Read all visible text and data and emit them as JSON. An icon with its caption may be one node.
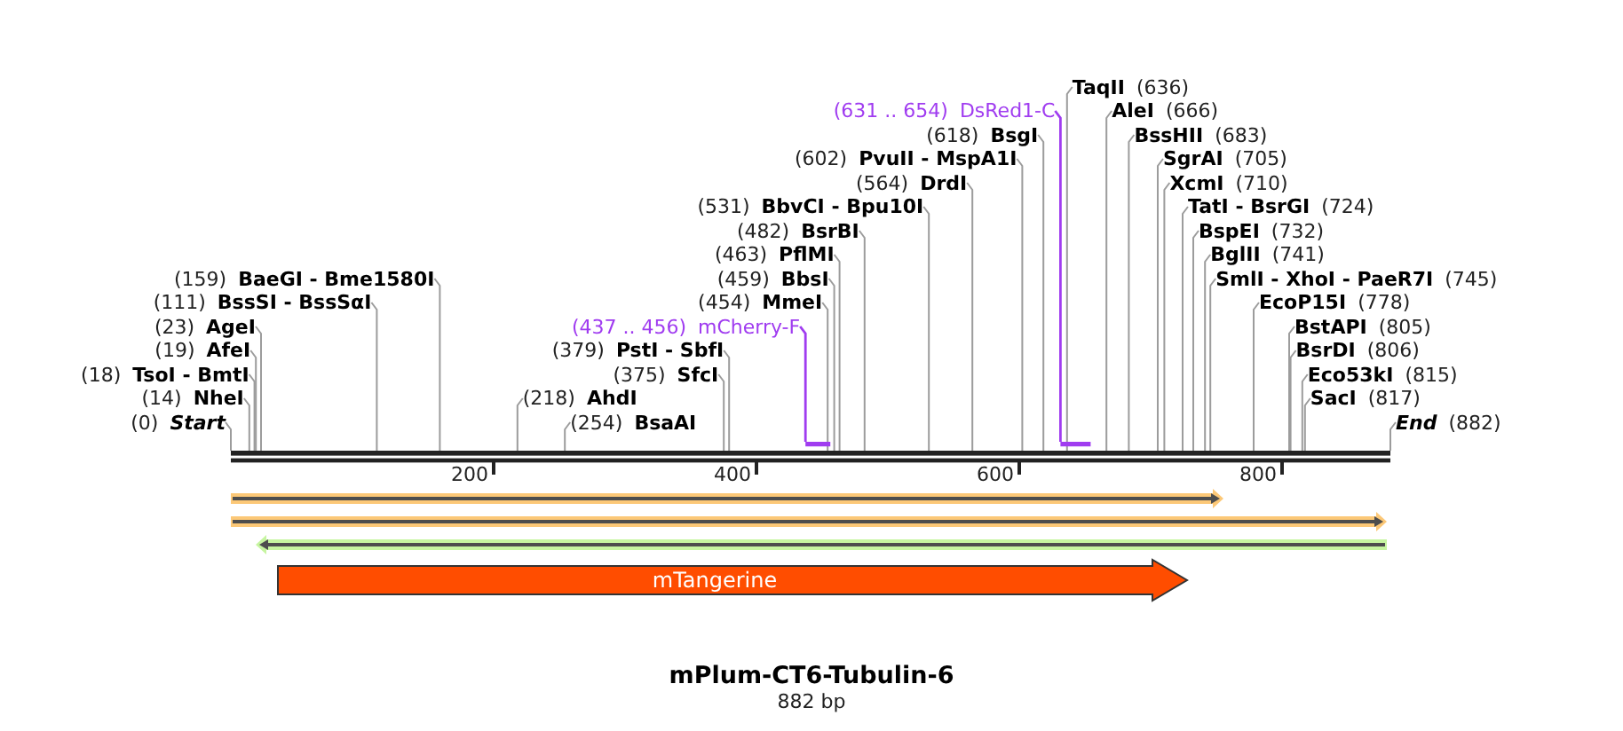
{
  "diagram": {
    "title": "mPlum-CT6-Tubulin-6",
    "caption": "882 bp",
    "nodes": [
      {
        "text": [
          "(0)",
          "Start"
        ]
      },
      {
        "text": [
          "(14)",
          "NheI"
        ]
      },
      {
        "text": [
          "(18)",
          "TsoI - BmtI"
        ]
      },
      {
        "text": [
          "(19)",
          "AfeI"
        ]
      },
      {
        "text": [
          "(23)",
          "AgeI"
        ]
      },
      {
        "text": [
          "(111)",
          "BssSI - BssSαI"
        ]
      },
      {
        "text": [
          "(159)",
          "BaeGI - Bme1580I"
        ]
      },
      {
        "text": [
          "(218)",
          "AhdI"
        ]
      },
      {
        "text": [
          "(254)",
          "BsaAI"
        ]
      },
      {
        "text": [
          "(375)",
          "SfcI"
        ]
      },
      {
        "text": [
          "(379)",
          "PstI - SbfI"
        ]
      },
      {
        "text": [
          "(437 .. 456)",
          "mCherry-F"
        ]
      },
      {
        "text": [],
        "shape": "bar"
      },
      {
        "text": [
          "(454)",
          "MmeI"
        ]
      },
      {
        "text": [
          "(459)",
          "BbsI"
        ]
      },
      {
        "text": [
          "(463)",
          "PflMI"
        ]
      },
      {
        "text": [
          "(482)",
          "BsrBI"
        ]
      },
      {
        "text": [
          "(531)",
          "BbvCI - Bpu10I"
        ]
      },
      {
        "text": [
          "(564)",
          "DrdI"
        ]
      },
      {
        "text": [
          "(602)",
          "PvuII - MspA1I"
        ]
      },
      {
        "text": [
          "(618)",
          "BsgI"
        ]
      },
      {
        "text": [
          "(631 .. 654)",
          "DsRed1-C"
        ]
      },
      {
        "text": [],
        "shape": "bar"
      },
      {
        "text": [
          "TaqII",
          "(636)"
        ]
      },
      {
        "text": [
          "AleI",
          "(666)"
        ]
      },
      {
        "text": [
          "BssHII",
          "(683)"
        ]
      },
      {
        "text": [
          "SgrAI",
          "(705)"
        ]
      },
      {
        "text": [
          "XcmI",
          "(710)"
        ]
      },
      {
        "text": [
          "TatI - BsrGI",
          "(724)"
        ]
      },
      {
        "text": [
          "BspEI",
          "(732)"
        ]
      },
      {
        "text": [
          "BglII",
          "(741)"
        ]
      },
      {
        "text": [
          "SmlI - XhoI - PaeR7I",
          "(745)"
        ]
      },
      {
        "text": [
          "EcoP15I",
          "(778)"
        ]
      },
      {
        "text": [
          "BstAPI",
          "(805)"
        ]
      },
      {
        "text": [
          "BsrDI",
          "(806)"
        ]
      },
      {
        "text": [
          "Eco53kI",
          "(815)"
        ]
      },
      {
        "text": [
          "SacI",
          "(817)"
        ]
      },
      {
        "text": [
          "End",
          "(882)"
        ]
      },
      {
        "text": [],
        "shape": "bar"
      },
      {
        "text": [],
        "shape": "arrow"
      },
      {
        "text": [],
        "shape": "arrow"
      },
      {
        "text": [],
        "shape": "arrow"
      },
      {
        "text": [
          "mTangerine"
        ]
      }
    ],
    "edges": [
      {
        "from": 0,
        "to": 38,
        "arrow": "none"
      },
      {
        "from": 1,
        "to": 38,
        "arrow": "none"
      },
      {
        "from": 2,
        "to": 38,
        "arrow": "none"
      },
      {
        "from": 3,
        "to": 38,
        "arrow": "none"
      },
      {
        "from": 4,
        "to": 38,
        "arrow": "none"
      },
      {
        "from": 5,
        "to": 38,
        "arrow": "none"
      },
      {
        "from": 6,
        "to": 38,
        "arrow": "none"
      },
      {
        "from": 7,
        "to": 38,
        "arrow": "none"
      },
      {
        "from": 8,
        "to": 38,
        "arrow": "none"
      },
      {
        "from": 9,
        "to": 38,
        "arrow": "none"
      },
      {
        "from": 10,
        "to": 38,
        "arrow": "none"
      },
      {
        "from": 11,
        "to": 12,
        "arrow": "none",
        "color": "#a03cf0"
      },
      {
        "from": 13,
        "to": 38,
        "arrow": "none"
      },
      {
        "from": 14,
        "to": 38,
        "arrow": "none"
      },
      {
        "from": 15,
        "to": 38,
        "arrow": "none"
      },
      {
        "from": 16,
        "to": 38,
        "arrow": "none"
      },
      {
        "from": 17,
        "to": 38,
        "arrow": "none"
      },
      {
        "from": 18,
        "to": 38,
        "arrow": "none"
      },
      {
        "from": 19,
        "to": 38,
        "arrow": "none"
      },
      {
        "from": 20,
        "to": 38,
        "arrow": "none"
      },
      {
        "from": 21,
        "to": 22,
        "arrow": "none",
        "color": "#a03cf0"
      },
      {
        "from": 23,
        "to": 38,
        "arrow": "none"
      },
      {
        "from": 24,
        "to": 38,
        "arrow": "none"
      },
      {
        "from": 25,
        "to": 38,
        "arrow": "none"
      },
      {
        "from": 26,
        "to": 38,
        "arrow": "none"
      },
      {
        "from": 27,
        "to": 38,
        "arrow": "none"
      },
      {
        "from": 28,
        "to": 38,
        "arrow": "none"
      },
      {
        "from": 29,
        "to": 38,
        "arrow": "none"
      },
      {
        "from": 30,
        "to": 38,
        "arrow": "none"
      },
      {
        "from": 31,
        "to": 38,
        "arrow": "none"
      },
      {
        "from": 32,
        "to": 38,
        "arrow": "none"
      },
      {
        "from": 33,
        "to": 38,
        "arrow": "none"
      },
      {
        "from": 34,
        "to": 38,
        "arrow": "none"
      },
      {
        "from": 35,
        "to": 38,
        "arrow": "none"
      },
      {
        "from": 36,
        "to": 38,
        "arrow": "none"
      },
      {
        "from": 37,
        "to": 38,
        "arrow": "none"
      }
    ],
    "labels": [
      "200",
      "400",
      "600",
      "800"
    ]
  }
}
